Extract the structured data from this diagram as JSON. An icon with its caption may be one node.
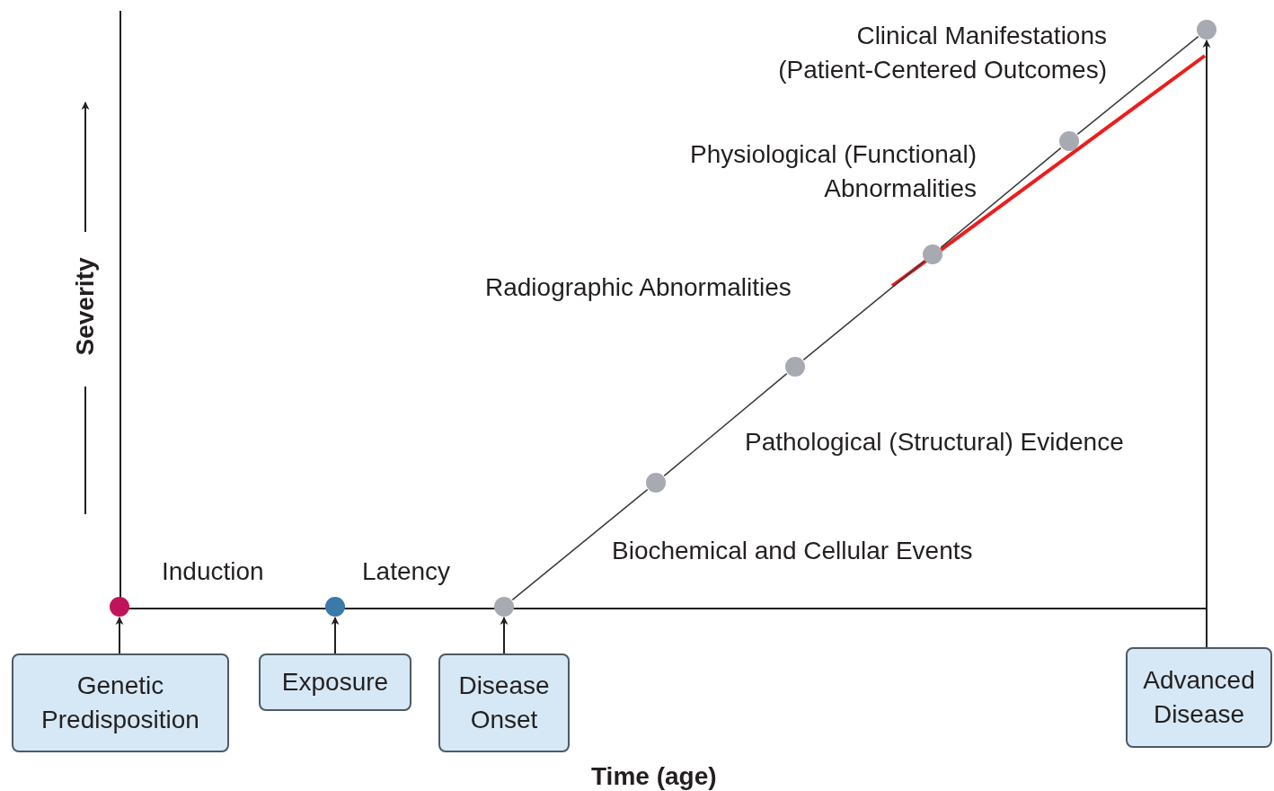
{
  "diagram": {
    "nodes": [
      {
        "text": [
          "Genetic Predisposition"
        ]
      },
      {
        "text": [
          "Exposure"
        ]
      },
      {
        "text": [
          "Disease Onset"
        ]
      },
      {
        "text": [
          "Advanced Disease"
        ]
      },
      {
        "text": [],
        "shape": "circle"
      },
      {
        "text": [],
        "shape": "circle"
      },
      {
        "text": [],
        "shape": "circle"
      },
      {
        "text": [],
        "shape": "circle"
      },
      {
        "text": [],
        "shape": "circle"
      },
      {
        "text": [],
        "shape": "circle"
      },
      {
        "text": [],
        "shape": "circle"
      },
      {
        "text": [],
        "shape": "circle"
      }
    ],
    "edges": [
      {
        "from": 0,
        "to": 4,
        "arrow": "to"
      },
      {
        "from": 1,
        "to": 5,
        "arrow": "to"
      },
      {
        "from": 2,
        "to": 6,
        "arrow": "to"
      },
      {
        "from": 3,
        "to": 11,
        "arrow": "to"
      },
      {
        "from": 6,
        "to": 7,
        "arrow": "none"
      },
      {
        "from": 7,
        "to": 8,
        "arrow": "none"
      },
      {
        "from": 8,
        "to": 9,
        "arrow": "none"
      },
      {
        "from": 9,
        "to": 10,
        "arrow": "none"
      },
      {
        "from": 10,
        "to": 11,
        "arrow": "none"
      }
    ],
    "labels": [
      "Clinical Manifestations (Patient-Centered Outcomes)",
      "Physiological (Functional) Abnormalities",
      "Radiographic Abnormalities",
      "Severity",
      "Pathological (Structural) Evidence",
      "Biochemical and Cellular Events",
      "Induction",
      "Latency",
      "Time (age)"
    ]
  }
}
